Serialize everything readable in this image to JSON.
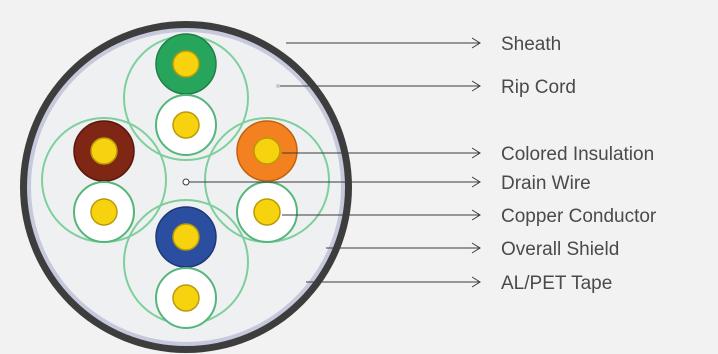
{
  "labels": {
    "sheath": "Sheath",
    "rip_cord": "Rip Cord",
    "colored_insulation": "Colored Insulation",
    "drain_wire": "Drain Wire",
    "copper_conductor": "Copper Conductor",
    "overall_shield": "Overall Shield",
    "al_pet_tape": "AL/PET Tape"
  },
  "colors": {
    "background": "#f1f2f1",
    "sheath": "#3d3d3d",
    "al_pet_tape": "#c6c9dc",
    "pair_wrap": "#7fcf9d",
    "conductor": "#f7d30f",
    "insulation_green": "#28a55d",
    "insulation_brown": "#7f2615",
    "insulation_orange": "#f48120",
    "insulation_blue": "#2b4ea1",
    "insulation_white": "#ffffff"
  }
}
